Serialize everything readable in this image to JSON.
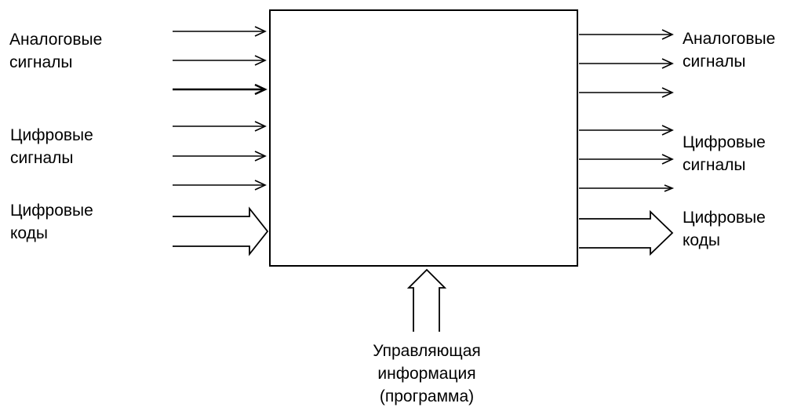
{
  "inputs": {
    "analog": {
      "line1": "Аналоговые",
      "line2": "сигналы"
    },
    "digital": {
      "line1": "Цифровые",
      "line2": "сигналы"
    },
    "codes": {
      "line1": "Цифровые",
      "line2": "коды"
    }
  },
  "outputs": {
    "analog": {
      "line1": "Аналоговые",
      "line2": "сигналы"
    },
    "digital": {
      "line1": "Цифровые",
      "line2": "сигналы"
    },
    "codes": {
      "line1": "Цифровые",
      "line2": "коды"
    }
  },
  "control": {
    "line1": "Управляющая",
    "line2": "информация",
    "line3": "(программа)"
  }
}
